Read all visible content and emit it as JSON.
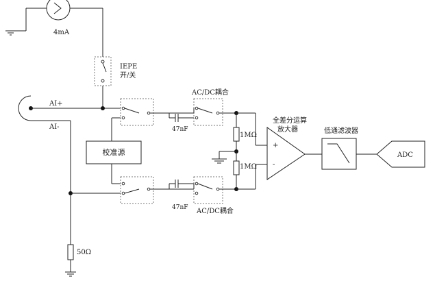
{
  "labels": {
    "current_source": "4mA",
    "iepe_1": "IEPE",
    "iepe_2": "开/关",
    "ai_plus": "AI+",
    "ai_minus": "AI-",
    "cal_source": "校准源",
    "coupling_top": "AC/DC耦合",
    "coupling_bottom": "AC/DC耦合",
    "cap_top": "47nF",
    "cap_bottom": "47nF",
    "res_top": "1MΩ",
    "res_bottom": "1MΩ",
    "res_shunt": "50Ω",
    "amp_1": "全差分运算",
    "amp_2": "放大器",
    "amp_plus": "+",
    "amp_minus": "-",
    "filter": "低通滤波器",
    "adc": "ADC"
  }
}
